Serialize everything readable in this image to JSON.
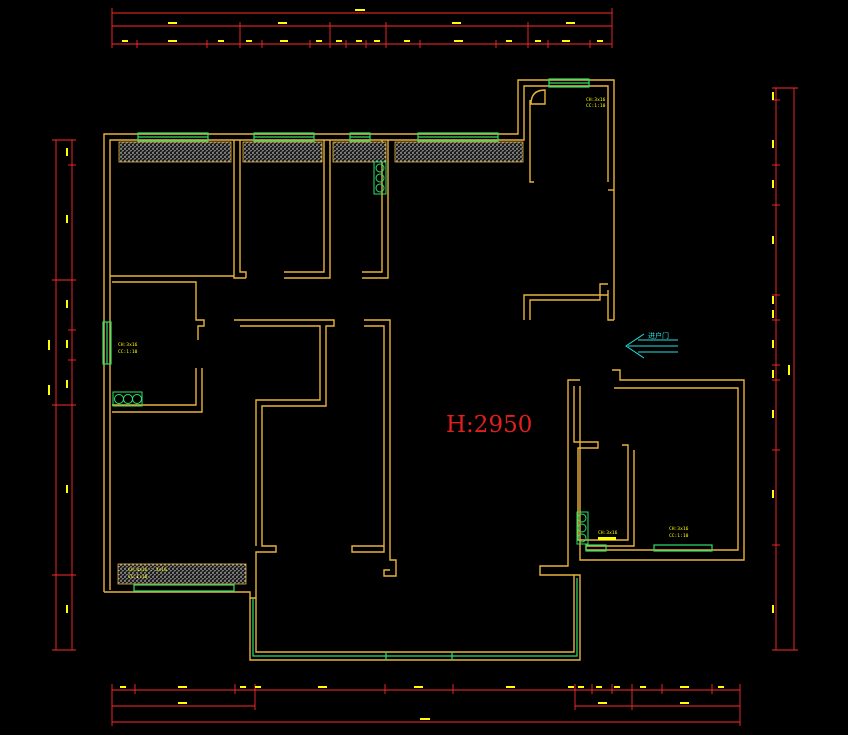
{
  "drawing": {
    "height_label": "H:2950",
    "entrance_label": "进户门",
    "room_notes": [
      {
        "id": "note-top-right-room",
        "lines": [
          "CH:3x16",
          "CC:1:10"
        ]
      },
      {
        "id": "note-left-room",
        "lines": [
          "CH:3x16",
          "CC:1:10"
        ]
      },
      {
        "id": "note-right-small",
        "lines": [
          "CH:3x16"
        ]
      },
      {
        "id": "note-right-room",
        "lines": [
          "CH:3x16",
          "CC:1:10"
        ]
      },
      {
        "id": "note-bottom-left",
        "lines": [
          "CH:3x16 : 3x16",
          "CC:1:10"
        ]
      }
    ]
  },
  "colors": {
    "background": "#000000",
    "walls": "#e8b23a",
    "windows": "#2ee06a",
    "dimension_lines": "#ff2a2a",
    "dimension_text": "#ffff00",
    "entrance_arrow": "#26e0e0",
    "height_text": "#e41e1e"
  },
  "icons": [
    "hatched-sill-icon",
    "stove-burner-icon",
    "entrance-arrow-icon",
    "door-swing-icon"
  ]
}
